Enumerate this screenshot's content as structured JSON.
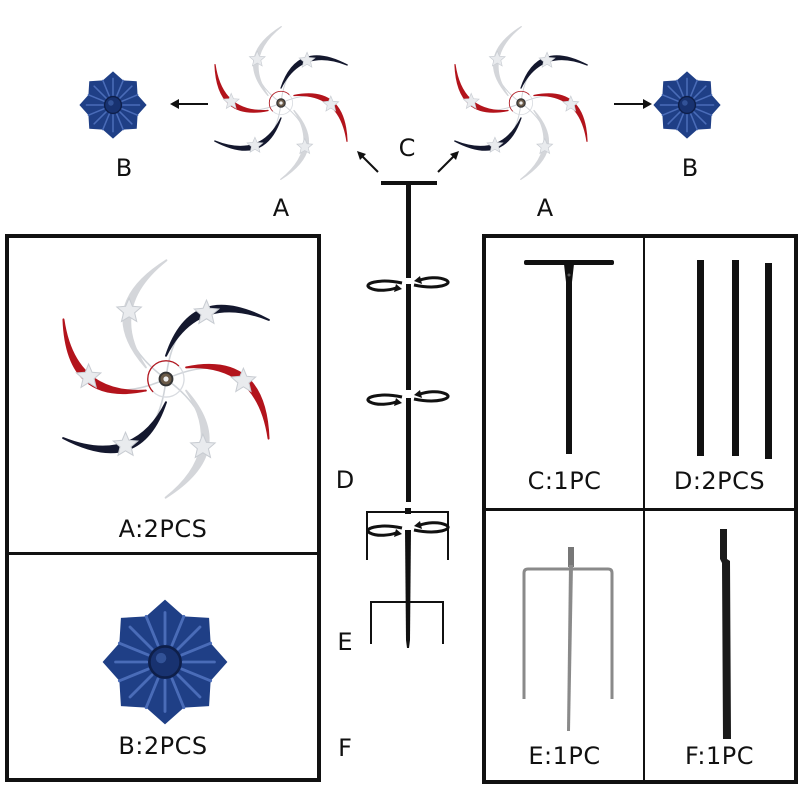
{
  "top_diagram": {
    "labels": {
      "A_left": "A",
      "A_right": "A",
      "B_left": "B",
      "B_right": "B",
      "C": "C",
      "D": "D",
      "E": "E",
      "F": "F"
    }
  },
  "parts": [
    {
      "id": "A",
      "caption": "A:2PCS",
      "name": "pinwheel spinner",
      "quantity": 2
    },
    {
      "id": "B",
      "caption": "B:2PCS",
      "name": "blue flower cap",
      "quantity": 2
    },
    {
      "id": "C",
      "caption": "C:1PC",
      "name": "T-top pole",
      "quantity": 1
    },
    {
      "id": "D",
      "caption": "D:2PCS",
      "name": "pole segments",
      "quantity": 2
    },
    {
      "id": "E",
      "caption": "E:1PC",
      "name": "ground stake fork",
      "quantity": 1
    },
    {
      "id": "F",
      "caption": "F:1PC",
      "name": "bottom pole",
      "quantity": 1
    }
  ],
  "colors": {
    "red": "#b3141c",
    "navy": "#14182e",
    "silver": "#d4d6da",
    "flower_blue": "#1f3f86",
    "frame": "#111111"
  }
}
